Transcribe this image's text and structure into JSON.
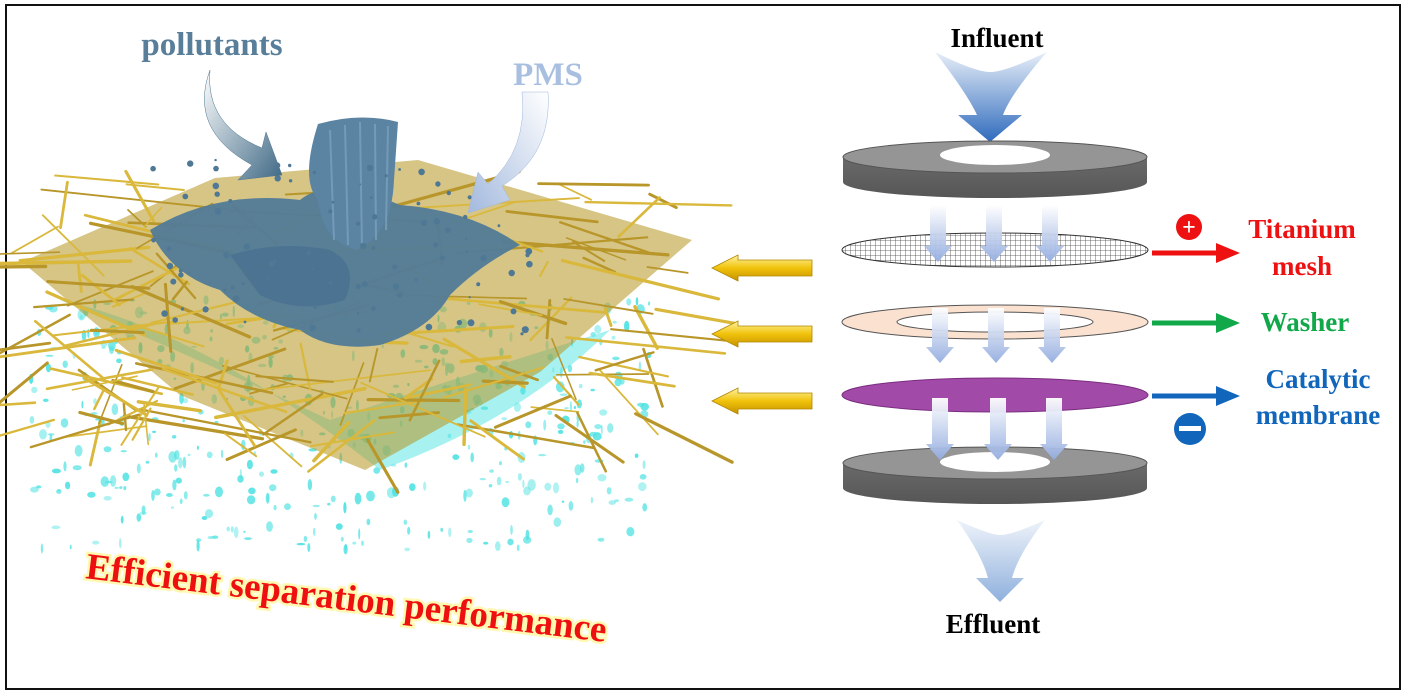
{
  "left_panel": {
    "pollutants_label": "pollutants",
    "pms_label": "PMS",
    "caption": "Efficient separation performance"
  },
  "right_panel": {
    "influent_label": "Influent",
    "effluent_label": "Effluent",
    "titanium_label": [
      "Titanium",
      "mesh"
    ],
    "washer_label": "Washer",
    "catalytic_label": [
      "Catalytic",
      "membrane"
    ],
    "positive_sign": "+",
    "negative_sign": "−"
  },
  "colors": {
    "titanium": "#ee1111",
    "washer": "#11a84a",
    "catalytic": "#1166bb",
    "membrane_fill": "#a24aa8",
    "washer_fill": "#fae1d0",
    "pollutant_blue": "#587e99",
    "pms_blue": "#a9bfe0",
    "fiber_gold": "#c9a736",
    "water_cyan": "#52e2e2",
    "caption_red": "#ee1010",
    "arrow_gold": "#f0c20a"
  }
}
